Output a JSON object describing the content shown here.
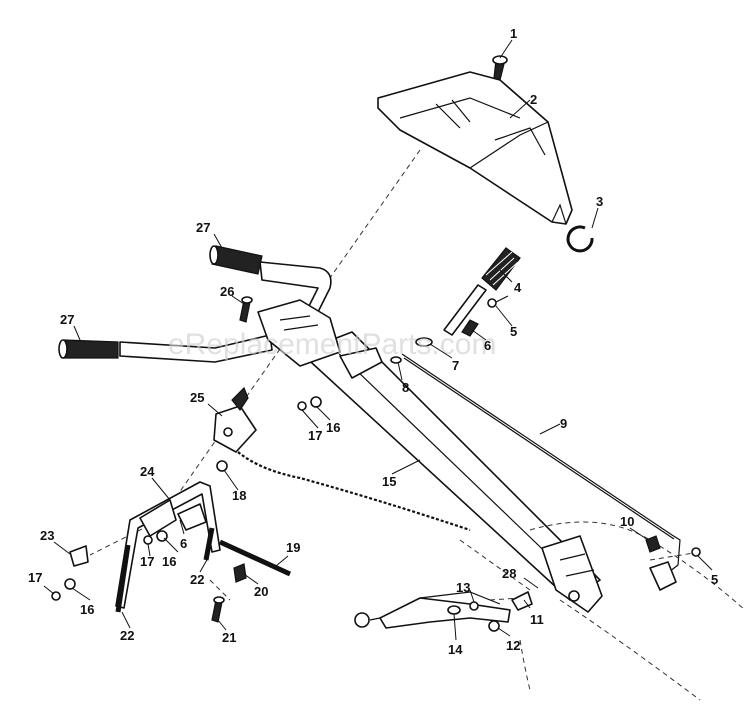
{
  "watermark": "eReplacementParts.com",
  "callouts": {
    "c1": "1",
    "c2": "2",
    "c3": "3",
    "c4": "4",
    "c5a": "5",
    "c5b": "5",
    "c6a": "6",
    "c6b": "6",
    "c7": "7",
    "c8": "8",
    "c9": "9",
    "c10": "10",
    "c11": "11",
    "c12": "12",
    "c13": "13",
    "c14": "14",
    "c15": "15",
    "c16a": "16",
    "c16b": "16",
    "c16c": "16",
    "c17a": "17",
    "c17b": "17",
    "c17c": "17",
    "c18": "18",
    "c19": "19",
    "c20": "20",
    "c21": "21",
    "c22a": "22",
    "c22b": "22",
    "c23": "23",
    "c24": "24",
    "c25": "25",
    "c26": "26",
    "c27a": "27",
    "c27b": "27",
    "c28": "28"
  }
}
